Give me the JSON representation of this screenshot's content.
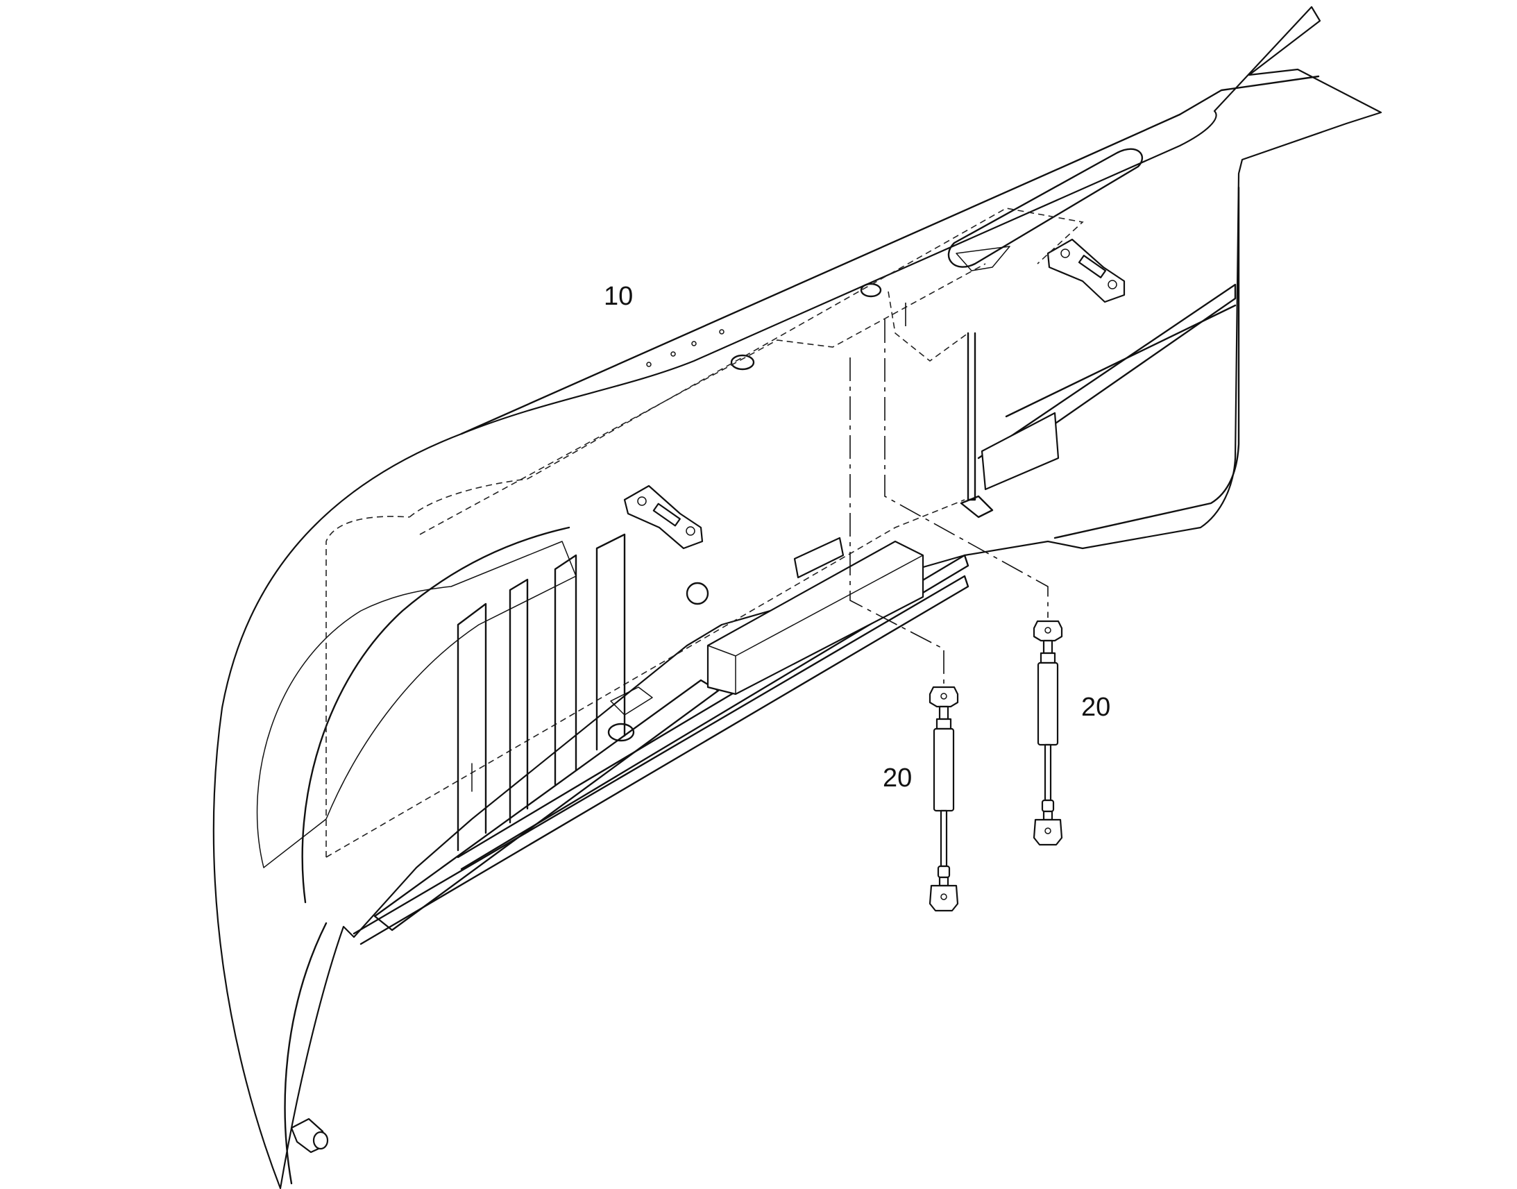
{
  "callouts": [
    {
      "id": "panel",
      "number": "10"
    },
    {
      "id": "strut-left",
      "number": "20"
    },
    {
      "id": "strut-right",
      "number": "20"
    }
  ]
}
